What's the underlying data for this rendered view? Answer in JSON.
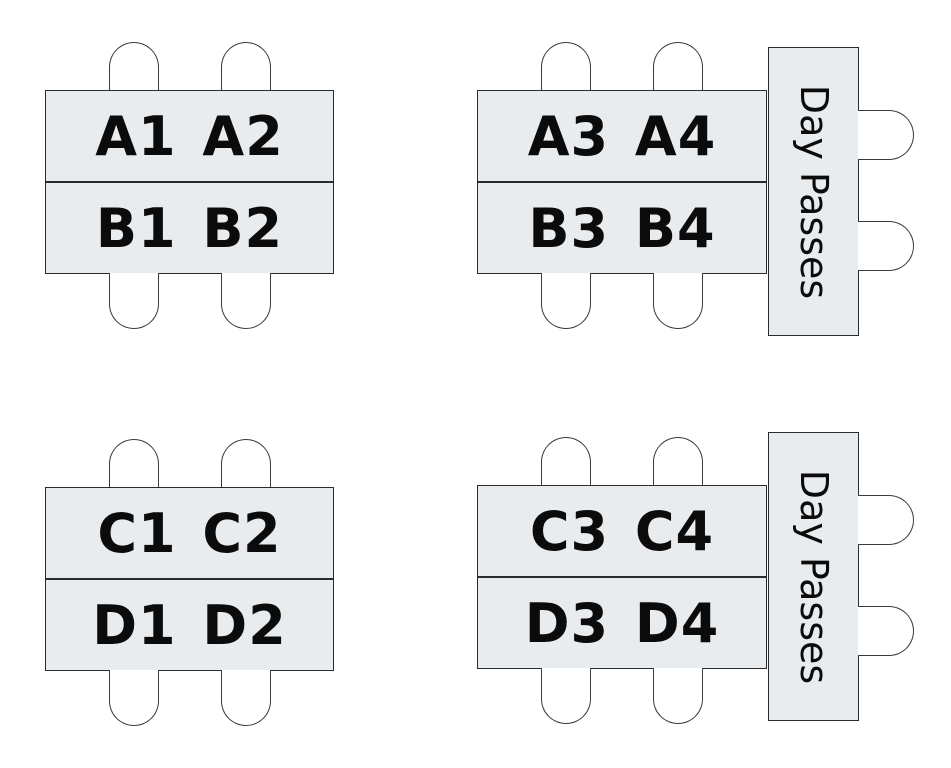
{
  "pods": [
    {
      "top_label": "A1 A2",
      "bottom_label": "B1 B2"
    },
    {
      "top_label": "A3 A4",
      "bottom_label": "B3 B4",
      "side_label": "Day Passes"
    },
    {
      "top_label": "C1 C2",
      "bottom_label": "D1 D2"
    },
    {
      "top_label": "C3 C4",
      "bottom_label": "D3 D4",
      "side_label": "Day Passes"
    }
  ]
}
